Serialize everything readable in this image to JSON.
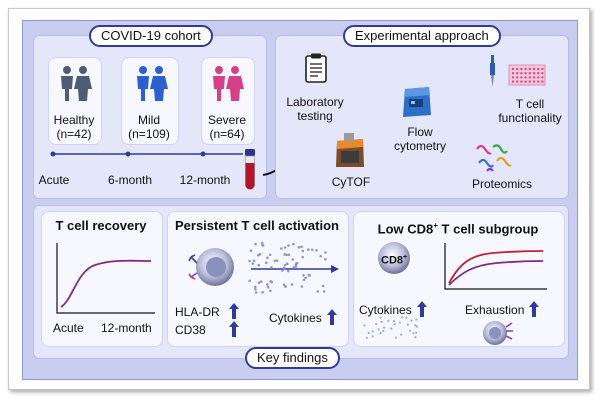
{
  "cohort": {
    "title": "COVID-19 cohort",
    "groups": [
      {
        "name": "Healthy",
        "count": "(n=42)",
        "color": "#4d5c72"
      },
      {
        "name": "Mild",
        "count": "(n=109)",
        "color": "#2c5fcf"
      },
      {
        "name": "Severe",
        "count": "(n=64)",
        "color": "#d64088"
      }
    ],
    "timeline": [
      "Acute",
      "6-month",
      "12-month"
    ]
  },
  "approach": {
    "title": "Experimental approach",
    "items": [
      {
        "label": "Laboratory\ntesting",
        "icon": "clipboard-icon"
      },
      {
        "label": "Flow\ncytometry",
        "icon": "flow-cytometer-icon"
      },
      {
        "label": "T cell\nfunctionality",
        "icon": "pipette-plate-icon"
      },
      {
        "label": "CyTOF",
        "icon": "cytof-machine-icon"
      },
      {
        "label": "Proteomics",
        "icon": "protein-icon"
      }
    ]
  },
  "findings": {
    "title": "Key findings",
    "recovery": {
      "title": "T cell recovery",
      "x_start": "Acute",
      "x_end": "12-month"
    },
    "activation": {
      "title": "Persistent T cell activation",
      "markers": [
        "HLA-DR",
        "CD38"
      ],
      "cytokines": "Cytokines"
    },
    "cd8": {
      "title_prefix": "Low CD8",
      "title_sup": "+",
      "title_suffix": " T cell subgroup",
      "badge": "CD8",
      "badge_sup": "+",
      "cytokines": "Cytokines",
      "exhaustion": "Exhaustion"
    }
  },
  "colors": {
    "navy": "#2f3a9c",
    "purple": "#7a2d86",
    "red": "#c2202f"
  }
}
